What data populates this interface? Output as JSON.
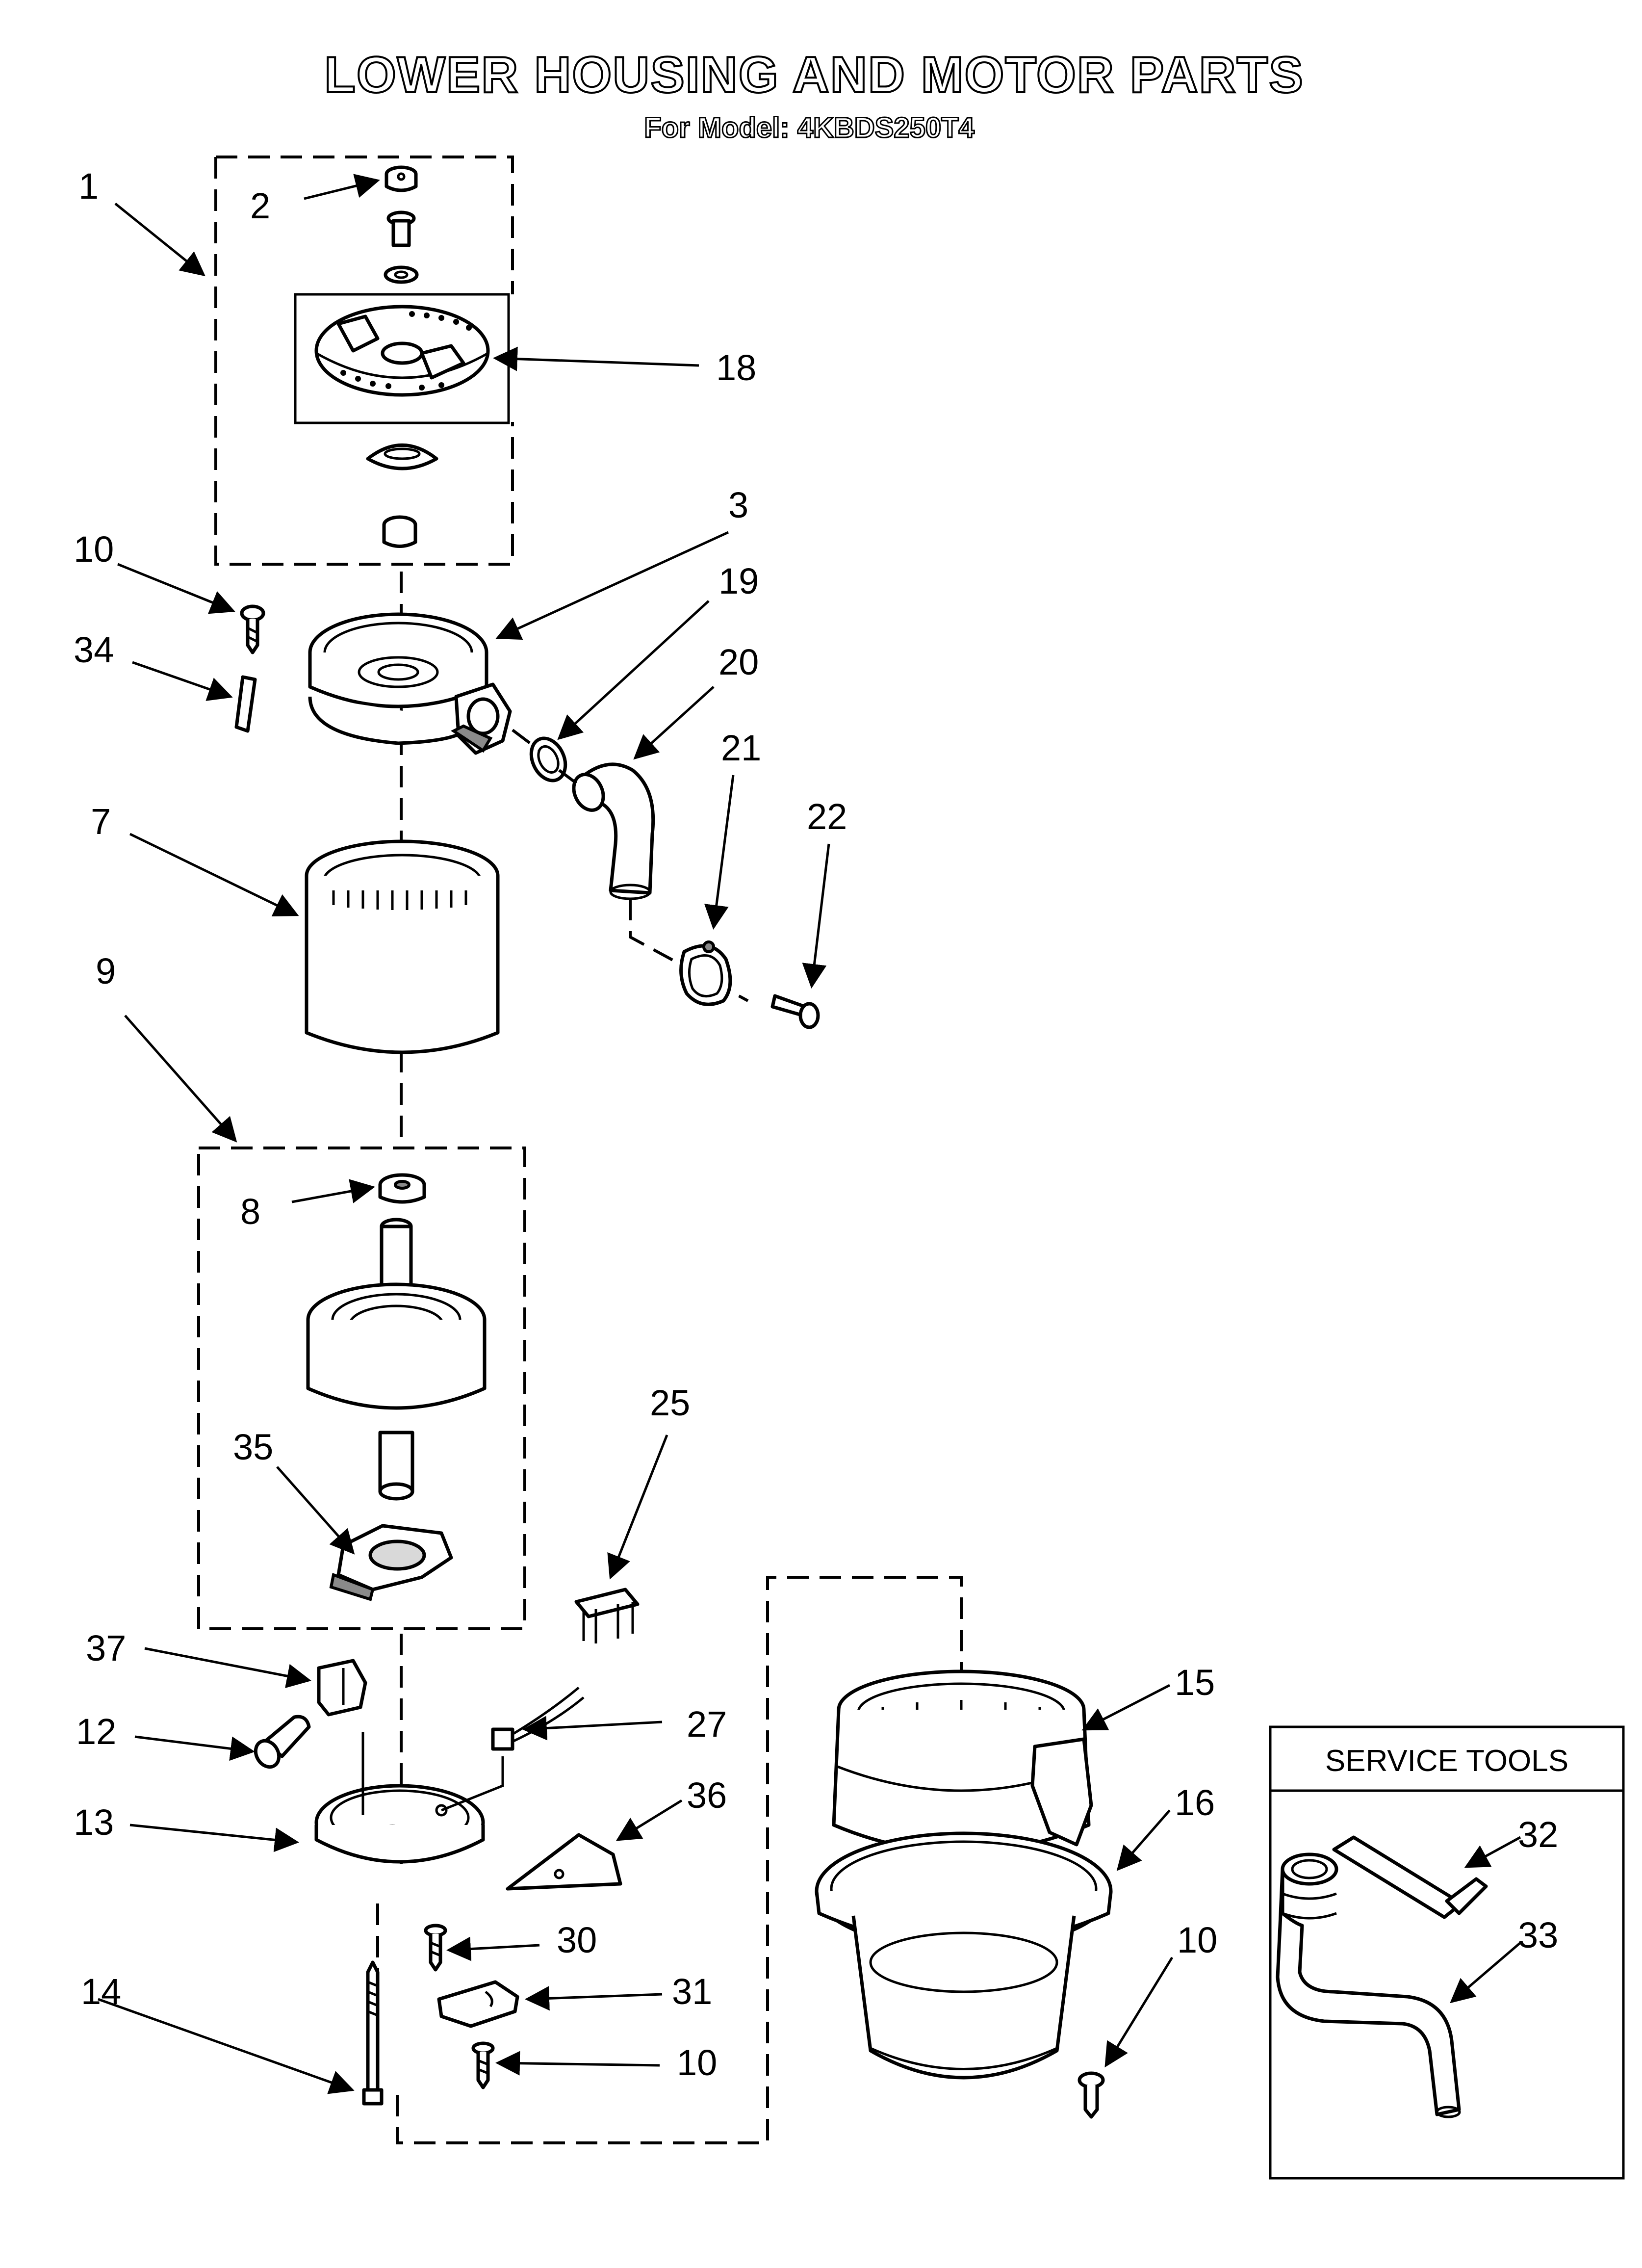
{
  "header": {
    "title": "LOWER HOUSING AND MOTOR PARTS",
    "subtitle": "For Model: 4KBDS250T4"
  },
  "labels": {
    "l1": "1",
    "l2": "2",
    "l18": "18",
    "l3": "3",
    "l10a": "10",
    "l34": "34",
    "l19": "19",
    "l20": "20",
    "l21": "21",
    "l22": "22",
    "l7": "7",
    "l9": "9",
    "l8": "8",
    "l35": "35",
    "l25": "25",
    "l37": "37",
    "l12": "12",
    "l27": "27",
    "l13": "13",
    "l36": "36",
    "l15": "15",
    "l16": "16",
    "l30": "30",
    "l31": "31",
    "l10b": "10",
    "l10c": "10",
    "l14": "14",
    "l32": "32",
    "l33": "33"
  },
  "service_tools": {
    "title": "SERVICE TOOLS"
  }
}
